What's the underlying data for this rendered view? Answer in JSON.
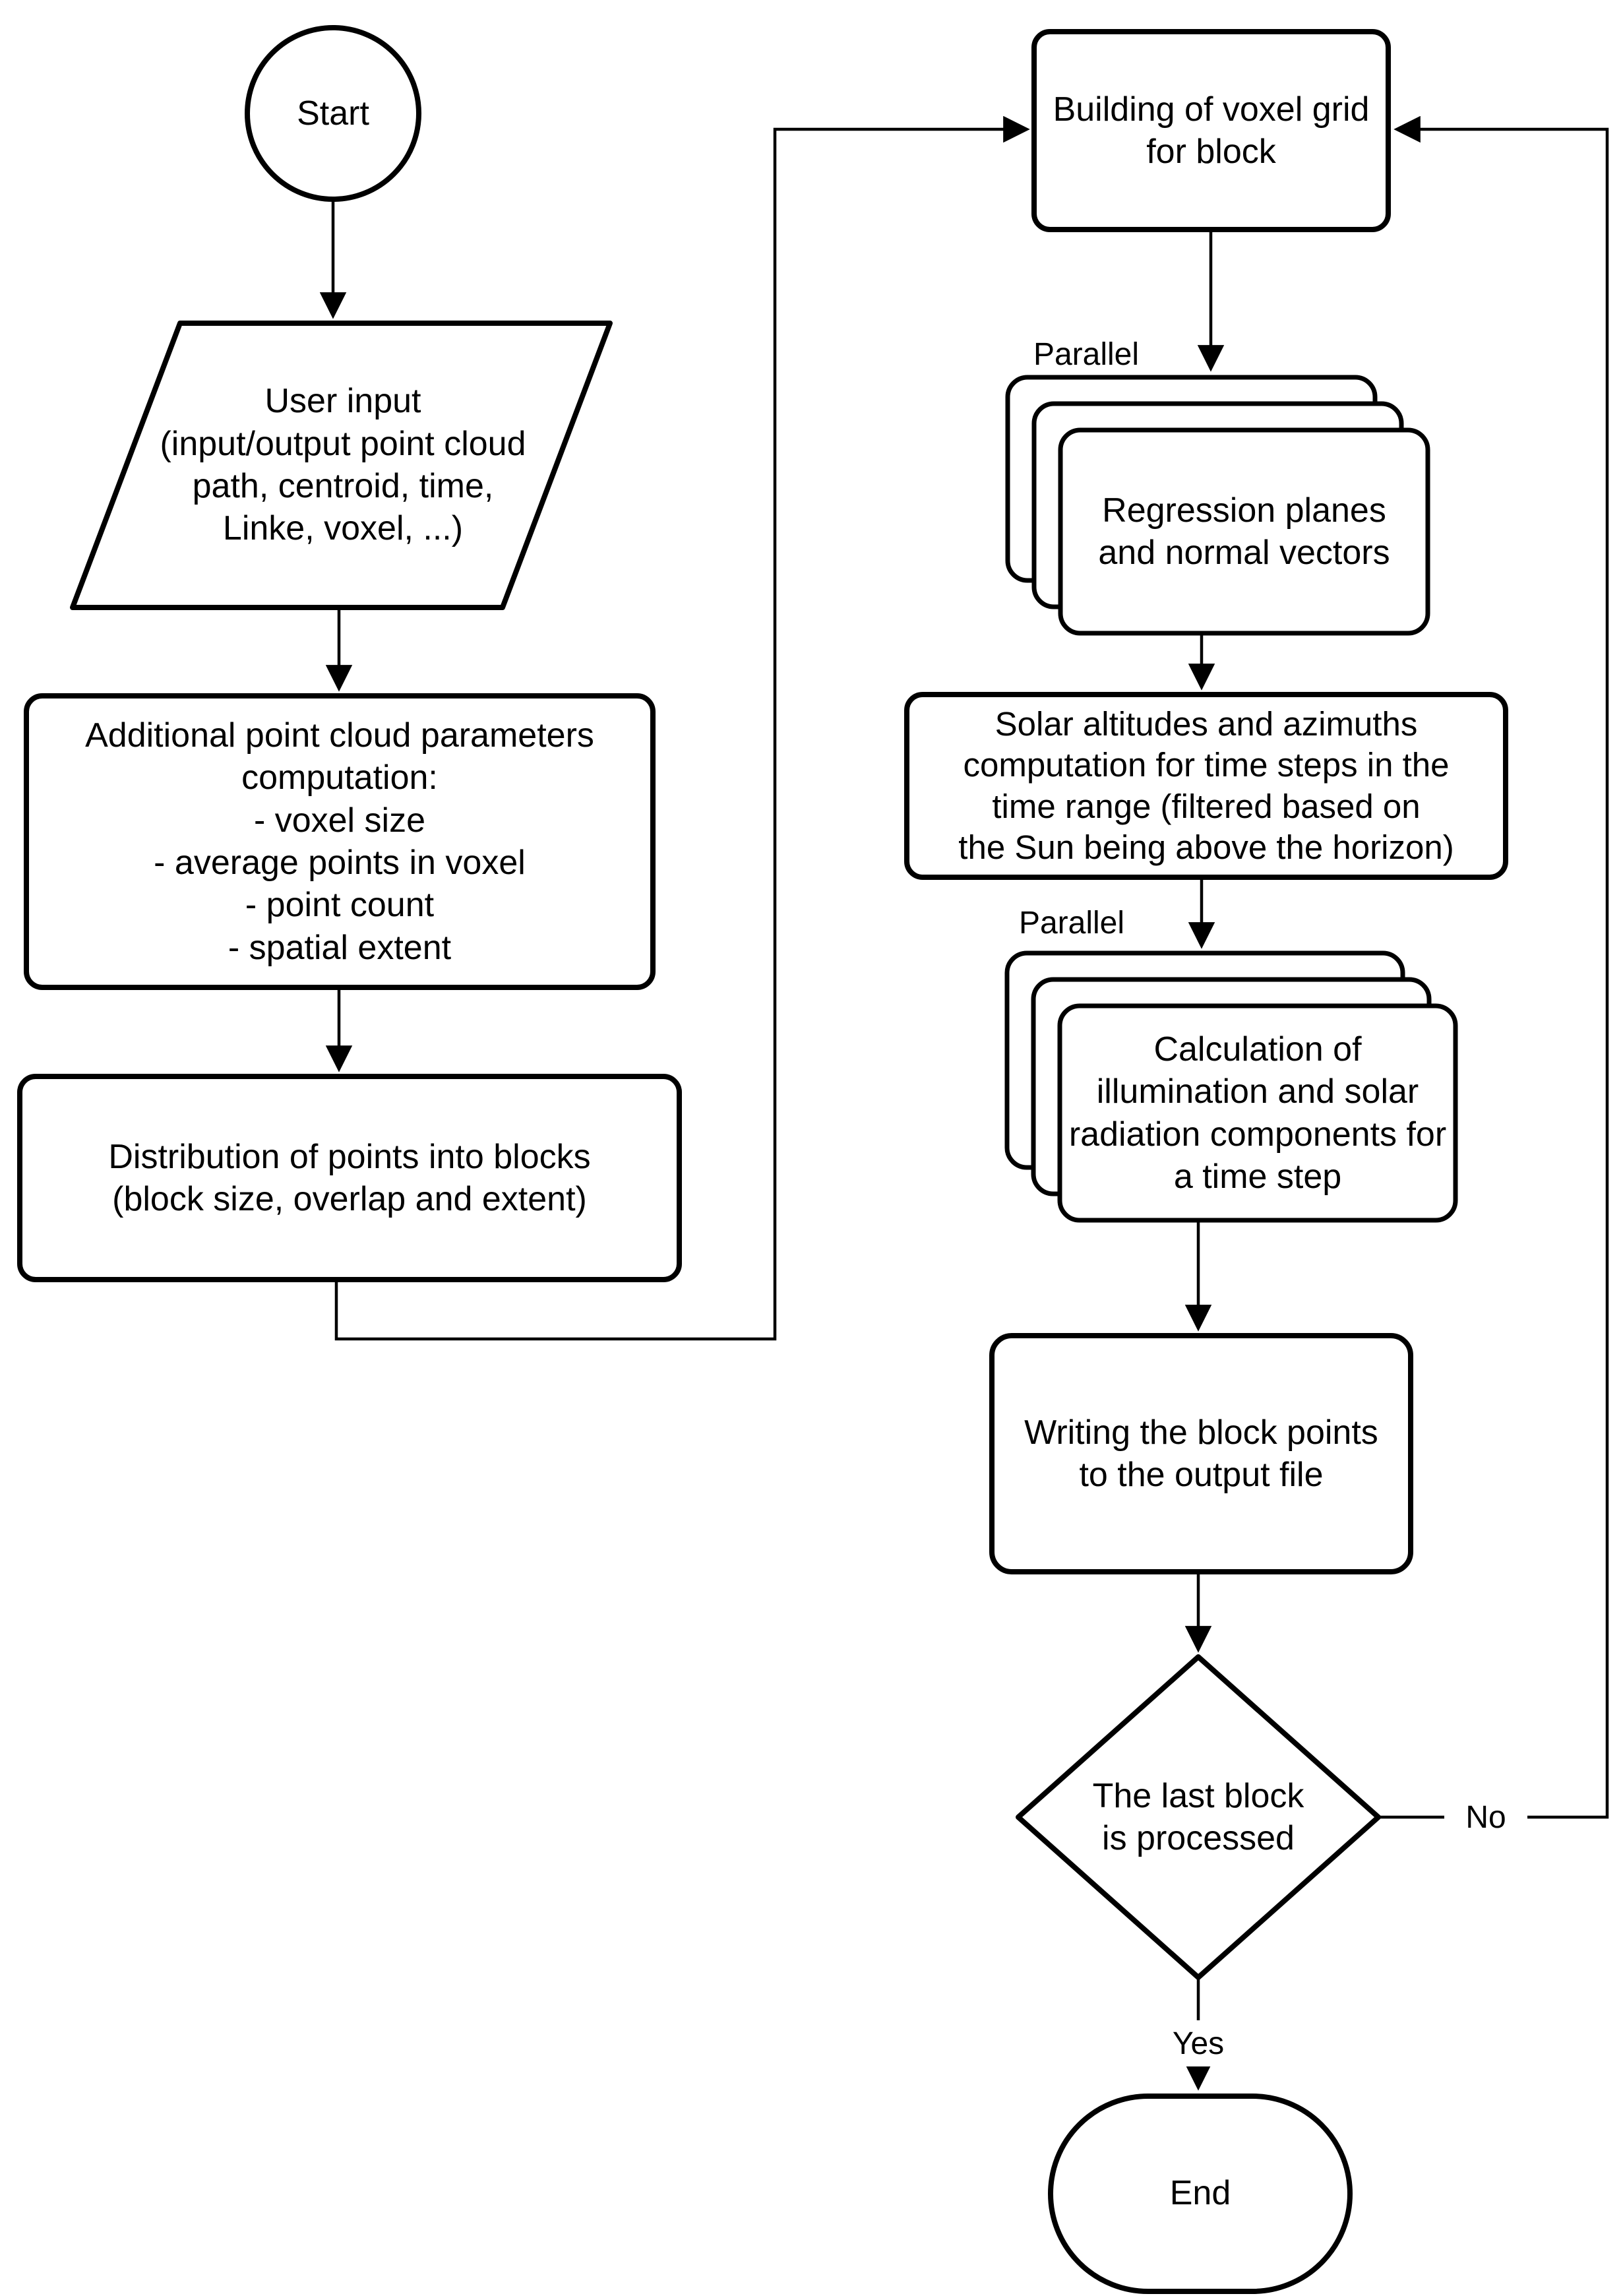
{
  "colors": {
    "line": "#000000",
    "shape_fill": "#ffffff",
    "background": "#ffffff",
    "text": "#000000"
  },
  "nodes": {
    "start": "Start",
    "user_input": "User input\n(input/output point cloud\npath, centroid, time,\nLinke, voxel, ...)",
    "params": "Additional point cloud parameters\ncomputation:\n- voxel size\n- average points in voxel\n- point count\n- spatial extent",
    "distribution": "Distribution of points into blocks\n(block size, overlap and extent)",
    "building": "Building of voxel grid\nfor block",
    "regression": "Regression planes\nand normal vectors",
    "solar": "Solar altitudes and azimuths\ncomputation for time steps in the\ntime range (filtered based on\nthe Sun being above the horizon)",
    "calculation": "Calculation of\nillumination and solar\nradiation components for\na time step",
    "writing": "Writing the block points\nto the output file",
    "decision": "The last block\nis processed",
    "end": "End"
  },
  "labels": {
    "parallel_regression": "Parallel",
    "parallel_calculation": "Parallel",
    "decision_no": "No",
    "decision_yes": "Yes"
  }
}
